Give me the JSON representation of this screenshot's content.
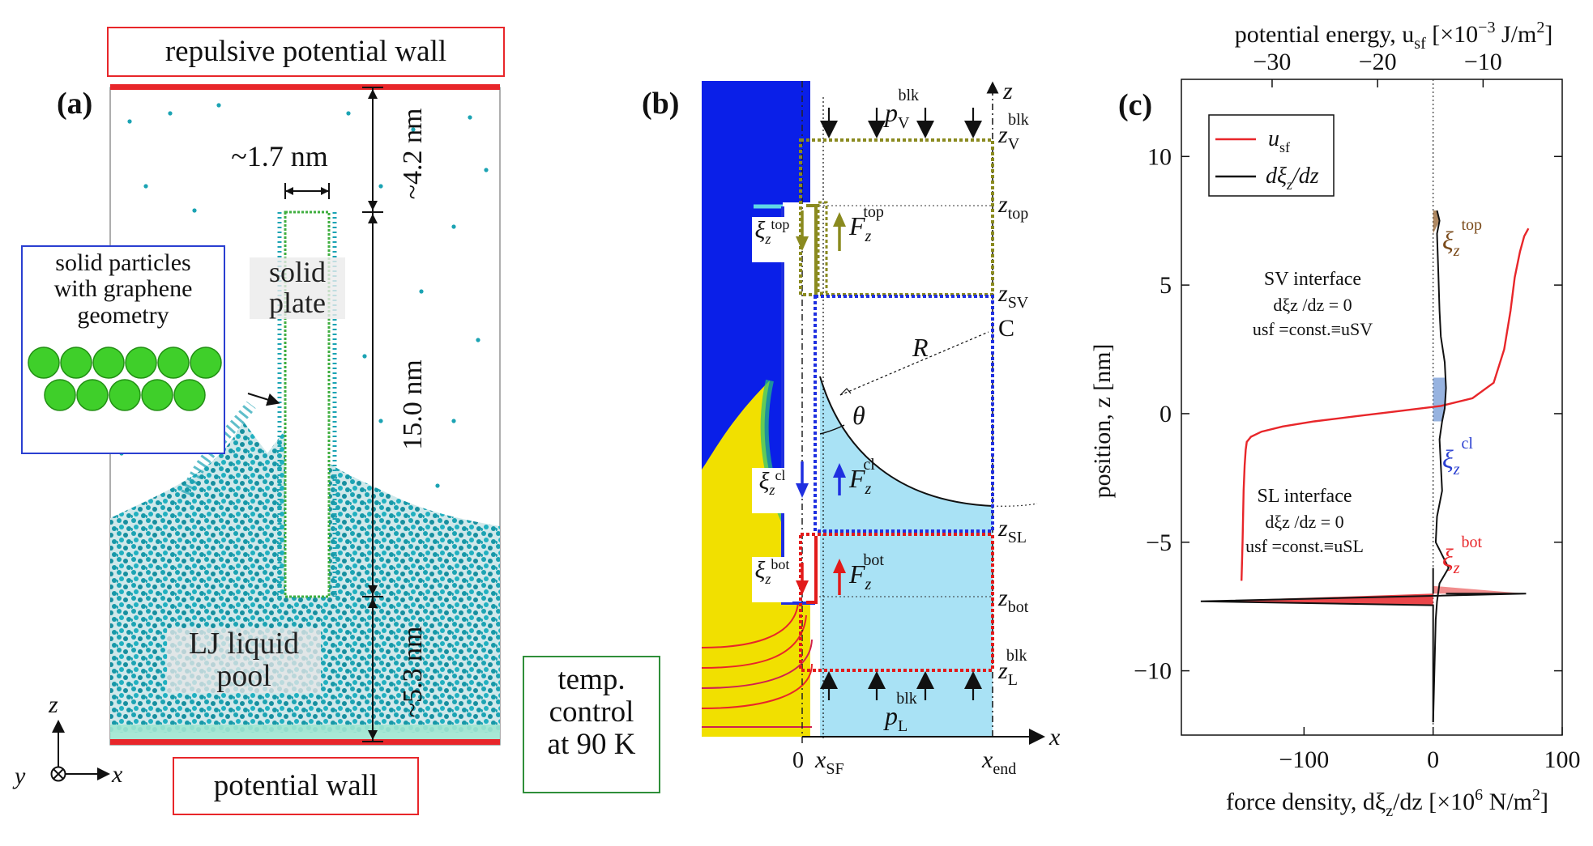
{
  "panel_a": {
    "label": "(a)",
    "top_wall": "repulsive potential wall",
    "bottom_wall": "potential wall",
    "plate_width": "~1.7 nm",
    "gap_top": "~4.2 nm",
    "plate_height": "15.0 nm",
    "gap_bottom": "~5.3 nm",
    "solid_plate_line1": "solid",
    "solid_plate_line2": "plate",
    "solid_particles_line1": "solid particles",
    "solid_particles_line2": "with graphene",
    "solid_particles_line3": "geometry",
    "liquid_line1": "LJ liquid",
    "liquid_line2": "pool",
    "temp_line1": "temp.",
    "temp_line2": "control",
    "temp_line3": "at 90 K",
    "axis_z": "z",
    "axis_x": "x",
    "axis_y": "y",
    "colors": {
      "wall": "#e8262a",
      "molecules": "#1ba3b3",
      "plate_outline": "#3fae3f",
      "blue_box": "#2a3fd1",
      "green_box": "#2f8f3a"
    }
  },
  "panel_b": {
    "label": "(b)",
    "axis_z": "z",
    "axis_x": "x",
    "x_zero": "0",
    "x_sf": "x",
    "x_sf_sub": "SF",
    "x_end": "x",
    "x_end_sub": "end",
    "radius": "R",
    "angle": "θ",
    "contact_point": "C",
    "z_labels": [
      {
        "main": "z",
        "sub": "V",
        "sup": "blk"
      },
      {
        "main": "z",
        "sub": "top",
        "sup": ""
      },
      {
        "main": "z",
        "sub": "SV",
        "sup": ""
      },
      {
        "main": "z",
        "sub": "SL",
        "sup": ""
      },
      {
        "main": "z",
        "sub": "bot",
        "sup": ""
      },
      {
        "main": "z",
        "sub": "L",
        "sup": "blk"
      }
    ],
    "p_vapor": {
      "main": "p",
      "sub": "V",
      "sup": "blk"
    },
    "p_liquid": {
      "main": "p",
      "sub": "L",
      "sup": "blk"
    },
    "xi_labels": [
      {
        "main": "ξ",
        "sub": "z",
        "sup": "top"
      },
      {
        "main": "ξ",
        "sub": "z",
        "sup": "cl"
      },
      {
        "main": "ξ",
        "sub": "z",
        "sup": "bot"
      }
    ],
    "f_labels": [
      {
        "main": "F",
        "sub": "z",
        "sup": "top"
      },
      {
        "main": "F",
        "sub": "z",
        "sup": "cl"
      },
      {
        "main": "F",
        "sub": "z",
        "sup": "bot"
      }
    ],
    "colors": {
      "top": "#8a8a1f",
      "cl": "#1f2fe0",
      "bot": "#e21a1a",
      "liquid": "#a9e2f5"
    }
  },
  "panel_c": {
    "label": "(c)",
    "top_axis_label": "potential energy, u",
    "top_axis_sub": "sf",
    "top_axis_unit": " [×10",
    "top_axis_exp": "−3",
    "top_axis_unit2": " J/m",
    "top_axis_sq": "2",
    "top_axis_close": "]",
    "bottom_axis_label": "force density, dξ",
    "bottom_axis_sub": "z",
    "bottom_axis_unit": "/dz [×10",
    "bottom_axis_exp": "6",
    "bottom_axis_unit2": " N/m",
    "bottom_axis_sq": "2",
    "bottom_axis_close": "]",
    "y_axis_label": "position, z [nm]",
    "legend": [
      {
        "main": "u",
        "sub": "sf",
        "rest": "",
        "color": "#e8262a"
      },
      {
        "main": "dξ",
        "sub": "z",
        "rest": "/dz",
        "color": "#111111"
      }
    ],
    "sv_text": [
      "SV interface",
      "dξz /dz = 0",
      "usf =const.≡uSV"
    ],
    "sl_text": [
      "SL interface",
      "dξz /dz = 0",
      "usf =const.≡uSL"
    ],
    "xi_top": {
      "main": "ξ",
      "sub": "z",
      "sup": "top"
    },
    "xi_cl": {
      "main": "ξ",
      "sub": "z",
      "sup": "cl"
    },
    "xi_bot": {
      "main": "ξ",
      "sub": "z",
      "sup": "bot"
    }
  },
  "chart_data": {
    "type": "line",
    "xlabel": "force density, dξz/dz [×10^6 N/m^2]",
    "x2label": "potential energy, usf [×10^-3 J/m^2]",
    "ylabel": "position, z [nm]",
    "xlim": [
      -195,
      100
    ],
    "x2lim": [
      -38.6,
      -2.5
    ],
    "ylim": [
      -12.5,
      13
    ],
    "xticks": [
      -100,
      0,
      100
    ],
    "x2ticks": [
      -30,
      -20,
      -10
    ],
    "yticks": [
      -10,
      -5,
      0,
      5,
      10
    ],
    "legend_position": "top-left",
    "series": [
      {
        "name": "usf",
        "axis": "top",
        "color": "#e8262a",
        "x": [
          -32.9,
          -32.8,
          -32.7,
          -32.6,
          -32.5,
          -32.4,
          -32.0,
          -31.0,
          -29.0,
          -26.0,
          -22.0,
          -18.0,
          -14.0,
          -11.0,
          -9.0,
          -8.0,
          -7.4,
          -7.0,
          -6.5,
          -6.1,
          -5.7
        ],
        "y": [
          -6.5,
          -5.0,
          -3.0,
          -2.0,
          -1.4,
          -1.1,
          -0.9,
          -0.7,
          -0.5,
          -0.3,
          -0.1,
          0.1,
          0.3,
          0.6,
          1.2,
          2.5,
          4.0,
          5.3,
          6.3,
          6.9,
          7.2
        ]
      },
      {
        "name": "dξz/dz",
        "axis": "bottom",
        "color": "#111111",
        "x": [
          0,
          1,
          2,
          3,
          5,
          12,
          2,
          3,
          7,
          6,
          5,
          7,
          9,
          10,
          9,
          6,
          5,
          4,
          3,
          5,
          3,
          10,
          72,
          -180,
          0,
          0
        ],
        "y": [
          -12,
          -10,
          -8,
          -7.3,
          -6.6,
          -6.0,
          -5.0,
          -4.0,
          -3.0,
          -2.0,
          -1.0,
          -0.3,
          0.2,
          1.0,
          2.0,
          3.0,
          4.0,
          5.5,
          7.0,
          7.5,
          7.9,
          -7.0,
          -7.0,
          -7.3,
          -7.45,
          -12
        ]
      }
    ]
  }
}
